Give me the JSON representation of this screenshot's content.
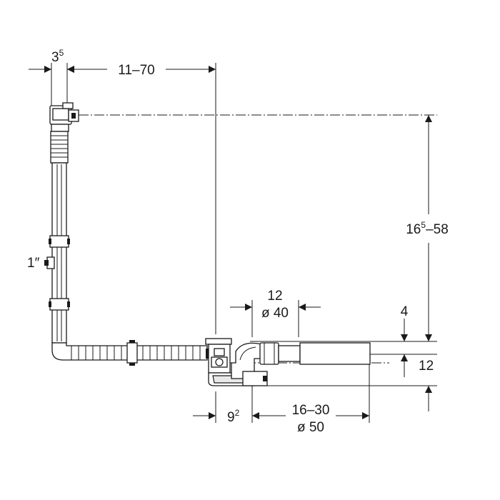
{
  "dimensions": {
    "overflow_offset": {
      "base": "3",
      "sup": "5"
    },
    "overflow_reach": "11–70",
    "total_height": {
      "base": "16",
      "sup": "5",
      "suffix": "–58"
    },
    "thread": "1″",
    "outlet_length": "12",
    "outlet_diameter": "ø 40",
    "top_offset": "4",
    "outlet_height": "12",
    "waste_offset": {
      "base": "9",
      "sup": "2"
    },
    "waste_length": "16–30",
    "waste_diameter": "ø 50"
  },
  "colors": {
    "line": "#1a1a1a",
    "background": "#ffffff"
  }
}
